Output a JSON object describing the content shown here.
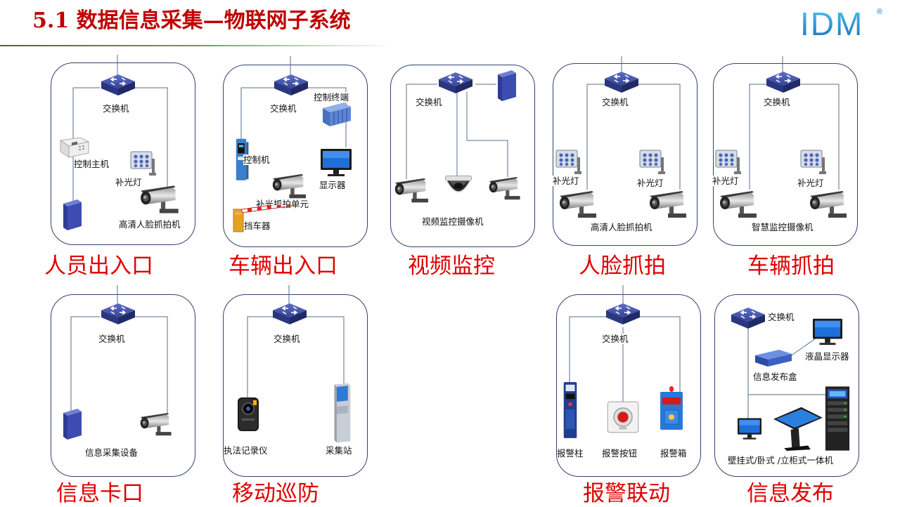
{
  "header": {
    "title": "5.1 数据信息采集—物联网子系统",
    "logo_text": "IDM",
    "logo_mark": "®"
  },
  "colors": {
    "title": "#c00000",
    "caption": "#e00000",
    "panel_border": "#33436f",
    "switch": "#3b4a9c",
    "wire": "#5a6c8c"
  },
  "panels": {
    "personnel": {
      "caption": "人员出入口",
      "switch": "交换机",
      "host": "控制主机",
      "light": "补光灯",
      "camera": "高清人脸抓拍机"
    },
    "vehicle_entrance": {
      "caption": "车辆出入口",
      "switch": "交换机",
      "terminal": "控制终端",
      "controller": "控制机",
      "display": "显示器",
      "camera": "补光抓拍单元",
      "barrier": "挡车器"
    },
    "video": {
      "caption": "视频监控",
      "switch": "交换机",
      "camera": "视频监控摄像机"
    },
    "face": {
      "caption": "人脸抓拍",
      "switch": "交换机",
      "light_left": "补光灯",
      "light_right": "补光灯",
      "camera": "高清人脸抓拍机"
    },
    "vehicle_capture": {
      "caption": "车辆抓拍",
      "switch": "交换机",
      "light_left": "补光灯",
      "light_right": "补光灯",
      "camera": "智慧监控摄像机"
    },
    "info_gate": {
      "caption": "信息卡口",
      "switch": "交换机",
      "device": "信息采集设备"
    },
    "patrol": {
      "caption": "移动巡防",
      "switch": "交换机",
      "recorder": "执法记录仪",
      "station": "采集站"
    },
    "alarm": {
      "caption": "报警联动",
      "switch": "交换机",
      "pillar": "报警柱",
      "button": "报警按钮",
      "box": "报警箱"
    },
    "publish": {
      "caption": "信息发布",
      "switch": "交换机",
      "lcd": "液晶显示器",
      "box": "信息发布盒",
      "kiosk": "壁挂式/卧式 /立柜式一体机"
    }
  }
}
